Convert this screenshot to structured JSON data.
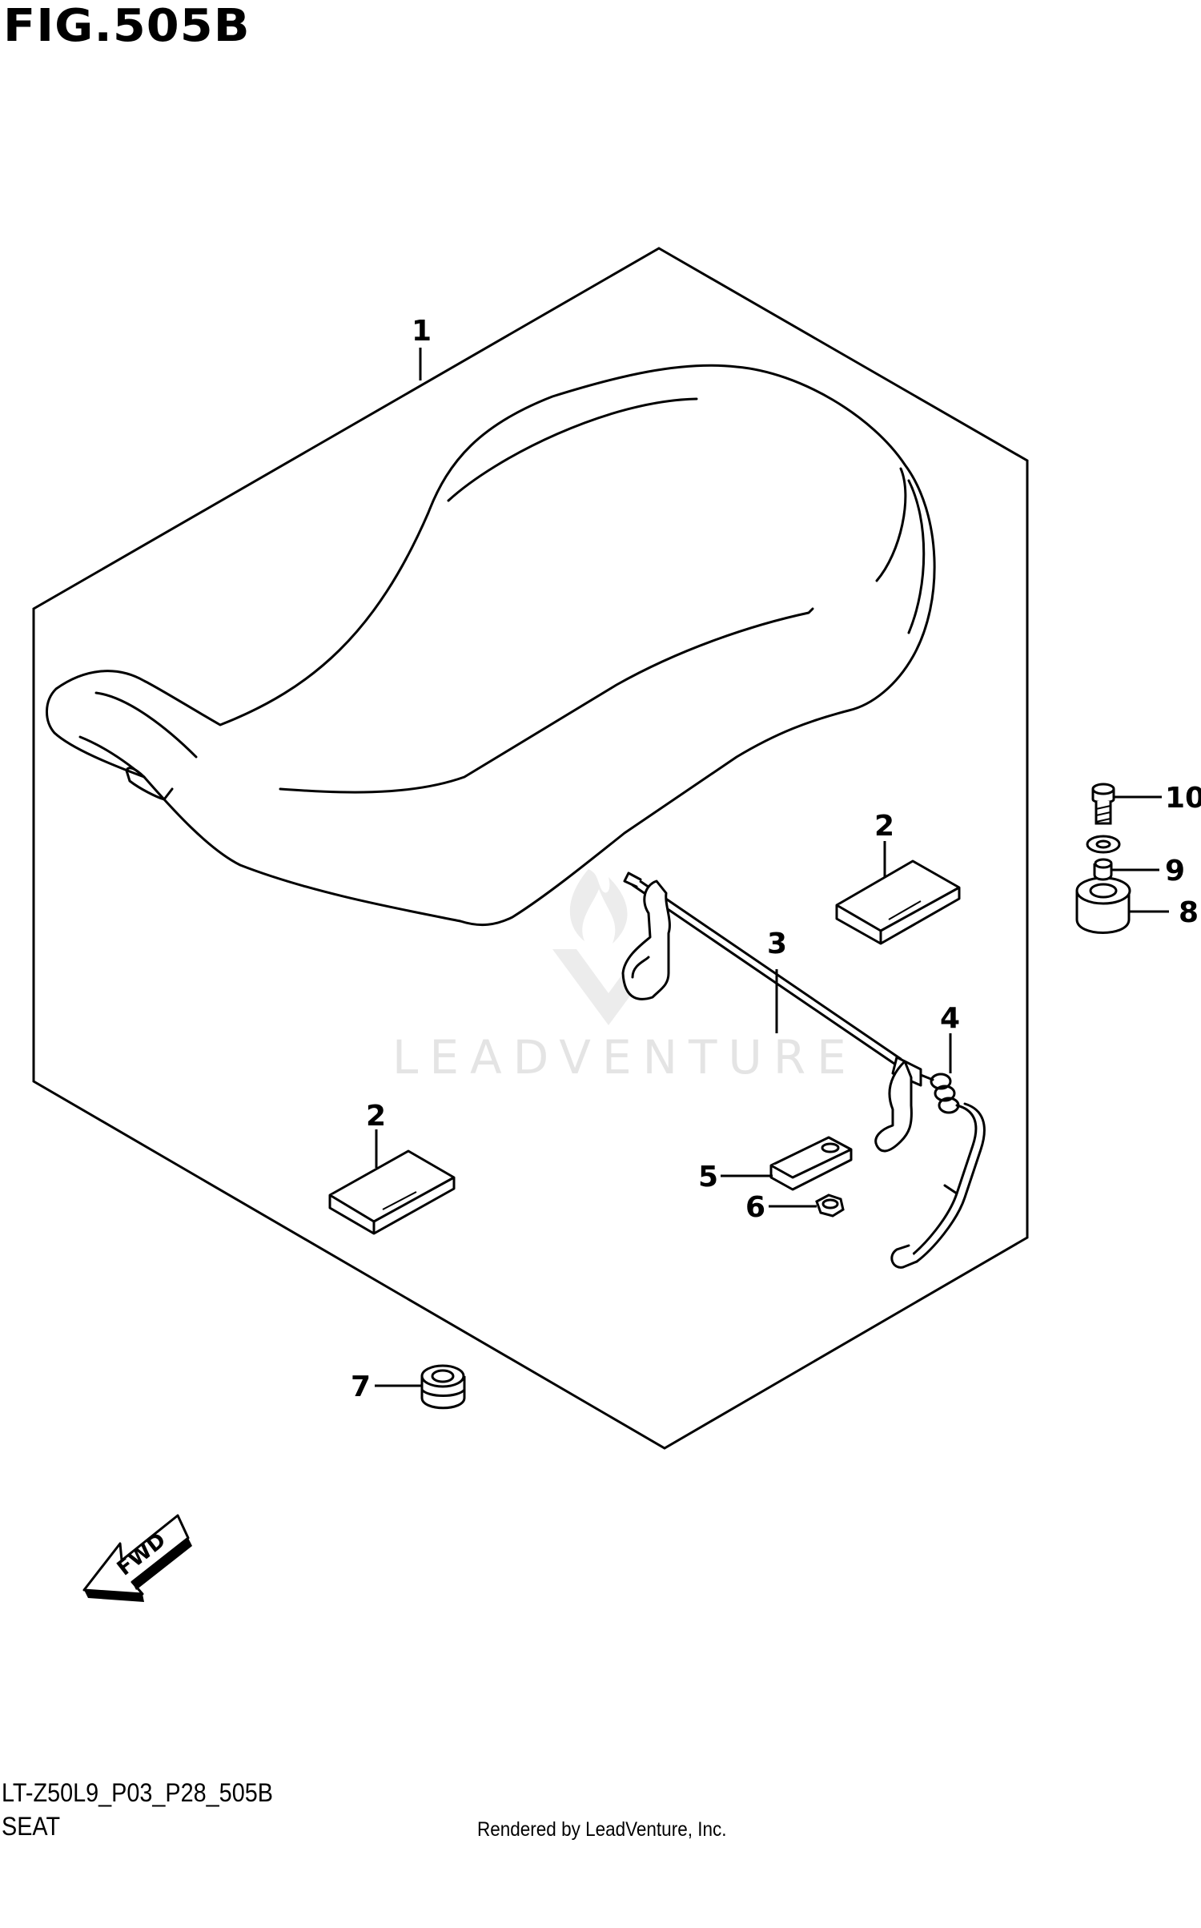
{
  "figure": {
    "title": "FIG.505B",
    "code": "LT-Z50L9_P03_P28_505B",
    "name": "SEAT",
    "rendered_by": "Rendered by LeadVenture, Inc."
  },
  "watermark": {
    "text": "LEADVENTURE"
  },
  "fwd_arrow": {
    "label": "FWD"
  },
  "callouts": [
    {
      "id": "1",
      "label": "1"
    },
    {
      "id": "2a",
      "label": "2"
    },
    {
      "id": "2b",
      "label": "2"
    },
    {
      "id": "3",
      "label": "3"
    },
    {
      "id": "4",
      "label": "4"
    },
    {
      "id": "5",
      "label": "5"
    },
    {
      "id": "6",
      "label": "6"
    },
    {
      "id": "7",
      "label": "7"
    },
    {
      "id": "8",
      "label": "8"
    },
    {
      "id": "9",
      "label": "9"
    },
    {
      "id": "10",
      "label": "10"
    }
  ],
  "colors": {
    "line": "#000000",
    "watermark": "#e4e4e4",
    "background": "#ffffff"
  }
}
